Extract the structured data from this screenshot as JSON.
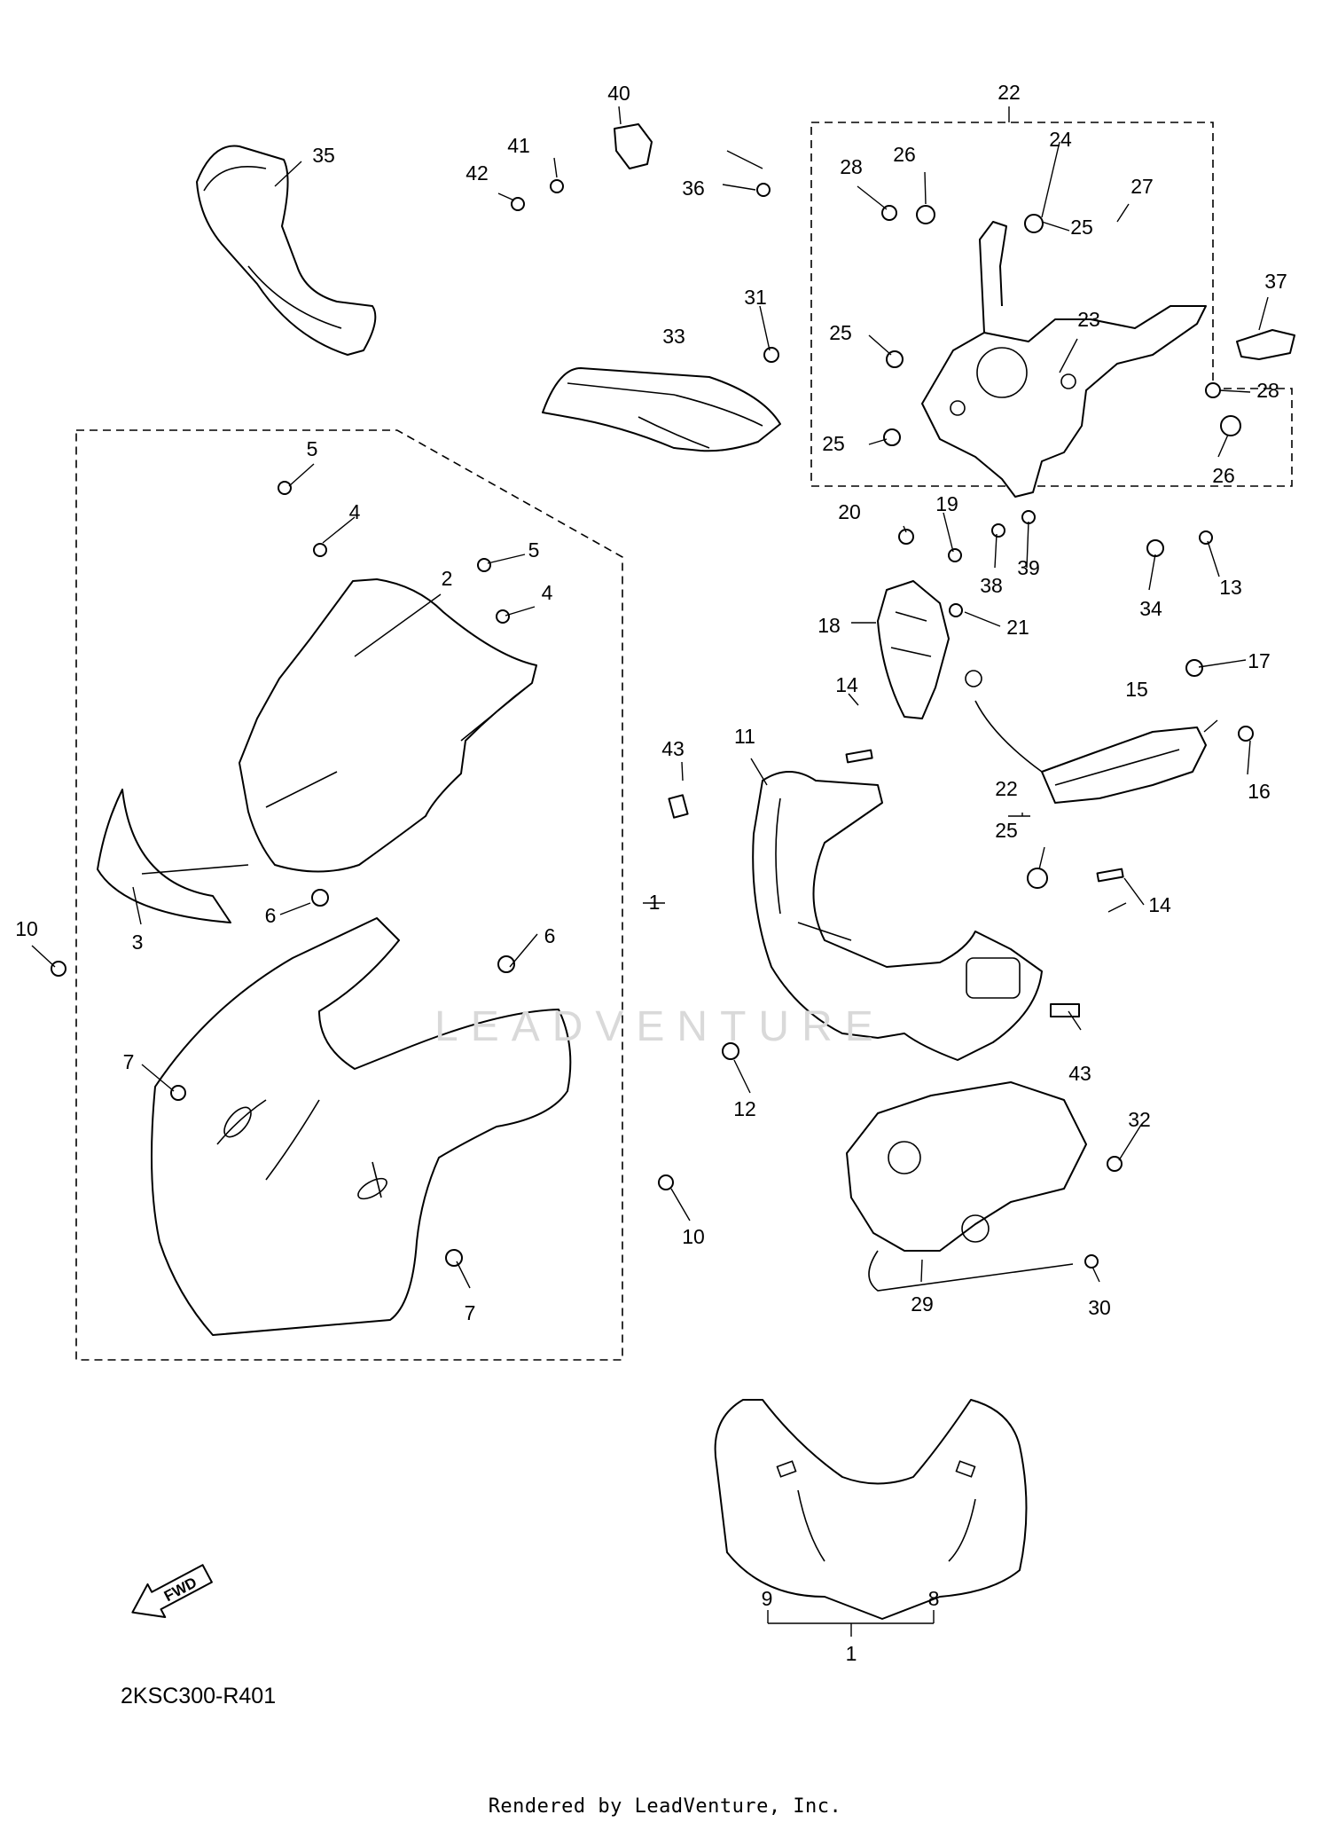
{
  "diagram": {
    "code": "2KSC300-R401",
    "footer": "Rendered by LeadVenture, Inc.",
    "watermark": "LEADVENTURE",
    "fwd_label": "FWD",
    "callouts": [
      {
        "id": "c40",
        "text": "40"
      },
      {
        "id": "c22a",
        "text": "22"
      },
      {
        "id": "c35",
        "text": "35"
      },
      {
        "id": "c41",
        "text": "41"
      },
      {
        "id": "c42",
        "text": "42"
      },
      {
        "id": "c36",
        "text": "36"
      },
      {
        "id": "c28a",
        "text": "28"
      },
      {
        "id": "c26a",
        "text": "26"
      },
      {
        "id": "c24",
        "text": "24"
      },
      {
        "id": "c27",
        "text": "27"
      },
      {
        "id": "c25a",
        "text": "25"
      },
      {
        "id": "c31",
        "text": "31"
      },
      {
        "id": "c33",
        "text": "33"
      },
      {
        "id": "c25b",
        "text": "25"
      },
      {
        "id": "c23",
        "text": "23"
      },
      {
        "id": "c37",
        "text": "37"
      },
      {
        "id": "c28b",
        "text": "28"
      },
      {
        "id": "c25c",
        "text": "25"
      },
      {
        "id": "c26b",
        "text": "26"
      },
      {
        "id": "c5a",
        "text": "5"
      },
      {
        "id": "c4a",
        "text": "4"
      },
      {
        "id": "c5b",
        "text": "5"
      },
      {
        "id": "c2",
        "text": "2"
      },
      {
        "id": "c4b",
        "text": "4"
      },
      {
        "id": "c20",
        "text": "20"
      },
      {
        "id": "c19",
        "text": "19"
      },
      {
        "id": "c38",
        "text": "38"
      },
      {
        "id": "c39",
        "text": "39"
      },
      {
        "id": "c34",
        "text": "34"
      },
      {
        "id": "c13",
        "text": "13"
      },
      {
        "id": "c18",
        "text": "18"
      },
      {
        "id": "c21",
        "text": "21"
      },
      {
        "id": "c17",
        "text": "17"
      },
      {
        "id": "c14a",
        "text": "14"
      },
      {
        "id": "c15",
        "text": "15"
      },
      {
        "id": "c11",
        "text": "11"
      },
      {
        "id": "c43a",
        "text": "43"
      },
      {
        "id": "c16",
        "text": "16"
      },
      {
        "id": "c22b",
        "text": "22"
      },
      {
        "id": "c25d",
        "text": "25"
      },
      {
        "id": "c14b",
        "text": "14"
      },
      {
        "id": "c1a",
        "text": "1"
      },
      {
        "id": "c3",
        "text": "3"
      },
      {
        "id": "c6a",
        "text": "6"
      },
      {
        "id": "c6b",
        "text": "6"
      },
      {
        "id": "c10a",
        "text": "10"
      },
      {
        "id": "c7a",
        "text": "7"
      },
      {
        "id": "c43b",
        "text": "43"
      },
      {
        "id": "c12",
        "text": "12"
      },
      {
        "id": "c32",
        "text": "32"
      },
      {
        "id": "c10b",
        "text": "10"
      },
      {
        "id": "c7b",
        "text": "7"
      },
      {
        "id": "c29",
        "text": "29"
      },
      {
        "id": "c30",
        "text": "30"
      },
      {
        "id": "c9",
        "text": "9"
      },
      {
        "id": "c8",
        "text": "8"
      },
      {
        "id": "c1b",
        "text": "1"
      }
    ]
  }
}
